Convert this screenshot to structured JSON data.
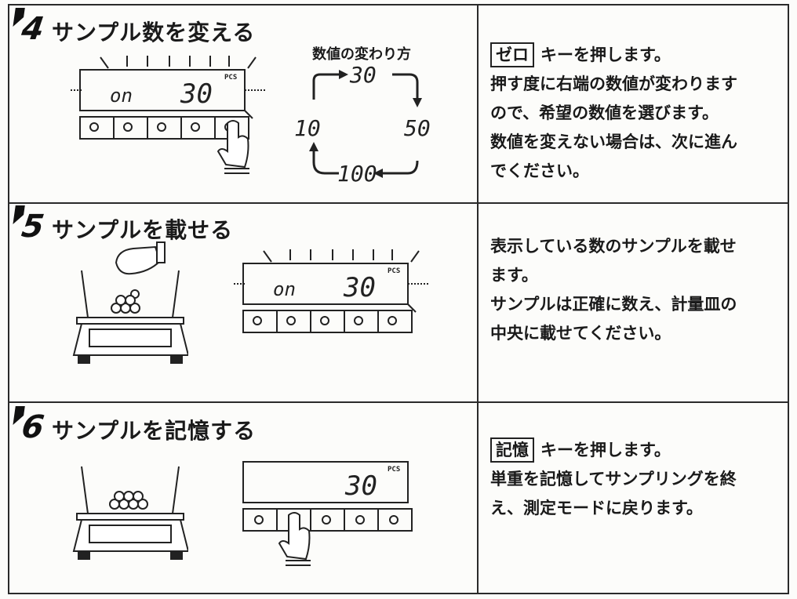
{
  "steps": [
    {
      "number": "4",
      "title": "サンプル数を変える",
      "diagram_label": "数値の変わり方",
      "display_left": "on",
      "display_right": "30",
      "unit": "PCS",
      "cycle": [
        "30",
        "50",
        "100",
        "10"
      ],
      "key": "ゼロ",
      "key_suffix": "キーを押します。",
      "lines": [
        "押す度に右端の数値が変わります",
        "ので、希望の数値を選びます。",
        "数値を変えない場合は、次に進ん",
        "でください。"
      ]
    },
    {
      "number": "5",
      "title": "サンプルを載せる",
      "display_left": "on",
      "display_right": "30",
      "unit": "PCS",
      "lines": [
        "表示している数のサンプルを載せ",
        "ます。",
        "サンプルは正確に数え、計量皿の",
        "中央に載せてください。"
      ]
    },
    {
      "number": "6",
      "title": "サンプルを記憶する",
      "display_right": "30",
      "unit": "PCS",
      "key": "記憶",
      "key_suffix": "キーを押します。",
      "lines": [
        "単重を記憶してサンプリングを終",
        "え、測定モードに戻ります。"
      ]
    }
  ]
}
